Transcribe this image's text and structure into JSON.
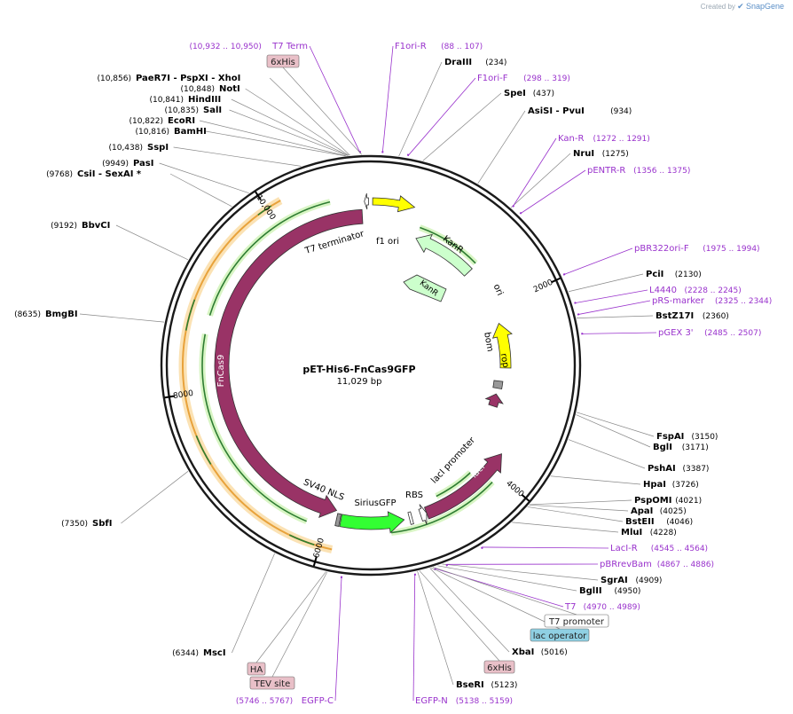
{
  "brand": {
    "created_by": "Created by",
    "product": "SnapGene"
  },
  "map": {
    "name": "pET-His6-FnCas9GFP",
    "length_label": "11,029 bp",
    "total_bp": 11029
  },
  "ticks": [
    {
      "bp": 2000,
      "label": "2000"
    },
    {
      "bp": 4000,
      "label": "4000"
    },
    {
      "bp": 6000,
      "label": "6000"
    },
    {
      "bp": 8000,
      "label": "8000"
    },
    {
      "bp": 10000,
      "label": "10,000"
    }
  ],
  "features": [
    {
      "name": "T7 terminator",
      "start": 10960,
      "end": 11005,
      "dir": -1,
      "color": "#ffffff",
      "label": "T7 terminator"
    },
    {
      "name": "f1 ori",
      "start": 20,
      "end": 475,
      "dir": 1,
      "color": "#ffff00",
      "label": "f1 ori"
    },
    {
      "name": "KanR",
      "start": 600,
      "end": 1420,
      "dir": -1,
      "color": "#ccffcc",
      "label": "KanR"
    },
    {
      "name": "ori",
      "start": 2200,
      "end": 2790,
      "dir": -1,
      "color": "#ffff00",
      "label": "ori"
    },
    {
      "name": "bom",
      "start": 2970,
      "end": 3070,
      "dir": 0,
      "color": "#999999",
      "label": "bom"
    },
    {
      "name": "rop",
      "start": 3150,
      "end": 3320,
      "dir": -1,
      "color": "#993366",
      "label": "rop"
    },
    {
      "name": "lacI",
      "start": 3800,
      "end": 4880,
      "dir": -1,
      "color": "#993366",
      "label": "lacI"
    },
    {
      "name": "lacI promoter",
      "start": 4880,
      "end": 4950,
      "dir": -1,
      "color": "#ffffff",
      "label": "lacI promoter"
    },
    {
      "name": "RBS",
      "start": 5050,
      "end": 5080,
      "dir": 0,
      "color": "#ffffff",
      "label": "RBS"
    },
    {
      "name": "SiriusGFP",
      "start": 5140,
      "end": 5850,
      "dir": -1,
      "color": "#33ff33",
      "label": "SiriusGFP"
    },
    {
      "name": "SV40 NLS",
      "start": 5860,
      "end": 5900,
      "dir": 0,
      "color": "#999999",
      "label": "SV40 NLS"
    },
    {
      "name": "FnCas9",
      "start": 5920,
      "end": 10930,
      "dir": -1,
      "color": "#993366",
      "label": "FnCas9"
    }
  ],
  "enzymes": [
    {
      "label": "PaeR7I  - PspXI  - XhoI",
      "pos": "(10,856)",
      "bp": 10856
    },
    {
      "label": "NotI",
      "pos": "(10,848)",
      "bp": 10848
    },
    {
      "label": "HindIII",
      "pos": "(10,841)",
      "bp": 10841
    },
    {
      "label": "SalI",
      "pos": "(10,835)",
      "bp": 10835
    },
    {
      "label": "EcoRI",
      "pos": "(10,822)",
      "bp": 10822
    },
    {
      "label": "BamHI",
      "pos": "(10,816)",
      "bp": 10816
    },
    {
      "label": "SspI",
      "pos": "(10,438)",
      "bp": 10438
    },
    {
      "label": "PasI",
      "pos": "(9949)",
      "bp": 9949
    },
    {
      "label": "CsiI  - SexAI *",
      "pos": "(9768)",
      "bp": 9768
    },
    {
      "label": "BbvCI",
      "pos": "(9192)",
      "bp": 9192
    },
    {
      "label": "BmgBI",
      "pos": "(8635)",
      "bp": 8635
    },
    {
      "label": "SbfI",
      "pos": "(7350)",
      "bp": 7350
    },
    {
      "label": "MscI",
      "pos": "(6344)",
      "bp": 6344
    },
    {
      "label": "DraIII",
      "pos": "(234)",
      "bp": 234
    },
    {
      "label": "SpeI",
      "pos": "(437)",
      "bp": 437
    },
    {
      "label": "AsiSI  - PvuI",
      "pos": "(934)",
      "bp": 934
    },
    {
      "label": "NruI",
      "pos": "(1275)",
      "bp": 1275
    },
    {
      "label": "PciI",
      "pos": "(2130)",
      "bp": 2130
    },
    {
      "label": "BstZ17I",
      "pos": "(2360)",
      "bp": 2360
    },
    {
      "label": "FspAI",
      "pos": "(3150)",
      "bp": 3150
    },
    {
      "label": "BglI",
      "pos": "(3171)",
      "bp": 3171
    },
    {
      "label": "PshAI",
      "pos": "(3387)",
      "bp": 3387
    },
    {
      "label": "HpaI",
      "pos": "(3726)",
      "bp": 3726
    },
    {
      "label": "PspOMI",
      "pos": "(4021)",
      "bp": 4021
    },
    {
      "label": "ApaI",
      "pos": "(4025)",
      "bp": 4025
    },
    {
      "label": "BstEII",
      "pos": "(4046)",
      "bp": 4046
    },
    {
      "label": "MluI",
      "pos": "(4228)",
      "bp": 4228
    },
    {
      "label": "SgrAI",
      "pos": "(4909)",
      "bp": 4909
    },
    {
      "label": "BglII",
      "pos": "(4950)",
      "bp": 4950
    },
    {
      "label": "XbaI",
      "pos": "(5016)",
      "bp": 5016
    },
    {
      "label": "BseRI",
      "pos": "(5123)",
      "bp": 5123
    }
  ],
  "primers": [
    {
      "label": "T7 Term",
      "pos": "(10,932 .. 10,950)",
      "bp": 10941
    },
    {
      "label": "F1ori-R",
      "pos": "(88 .. 107)",
      "bp": 97
    },
    {
      "label": "F1ori-F",
      "pos": "(298 .. 319)",
      "bp": 308
    },
    {
      "label": "Kan-R",
      "pos": "(1272 .. 1291)",
      "bp": 1281
    },
    {
      "label": "pENTR-R",
      "pos": "(1356 .. 1375)",
      "bp": 1365
    },
    {
      "label": "pBR322ori-F",
      "pos": "(1975 .. 1994)",
      "bp": 1985
    },
    {
      "label": "L4440",
      "pos": "(2228 .. 2245)",
      "bp": 2236
    },
    {
      "label": "pRS-marker",
      "pos": "(2325 .. 2344)",
      "bp": 2334
    },
    {
      "label": "pGEX 3'",
      "pos": "(2485 .. 2507)",
      "bp": 2496
    },
    {
      "label": "LacI-R",
      "pos": "(4545 .. 4564)",
      "bp": 4554
    },
    {
      "label": "pBRrevBam",
      "pos": "(4867 .. 4886)",
      "bp": 4876
    },
    {
      "label": "T7",
      "pos": "(4970 .. 4989)",
      "bp": 4979
    },
    {
      "label": "EGFP-N",
      "pos": "(5138 .. 5159)",
      "bp": 5148
    },
    {
      "label": "EGFP-C",
      "pos": "(5746 .. 5767)",
      "bp": 5756
    }
  ],
  "boxed": [
    {
      "label": "6xHis",
      "bp": 10953,
      "fill": "#e9c0c8"
    },
    {
      "label": "T7 promoter",
      "bp": 4990,
      "fill": "#ffffff"
    },
    {
      "label": "lac operator",
      "bp": 5005,
      "fill": "#8fd0e3"
    },
    {
      "label": "6xHis",
      "bp": 5105,
      "fill": "#e9c0c8"
    },
    {
      "label": "HA",
      "bp": 5890,
      "fill": "#e9c0c8"
    },
    {
      "label": "TEV site",
      "bp": 5880,
      "fill": "#e9c0c8"
    }
  ],
  "colors": {
    "enzyme_text": "#000000",
    "position_text": "#000000",
    "primer": "#9932cc",
    "leader": "#888888",
    "backbone": "#1a1a1a",
    "orf": "#e8a23b",
    "orf_arrow": "#2e7d32"
  }
}
